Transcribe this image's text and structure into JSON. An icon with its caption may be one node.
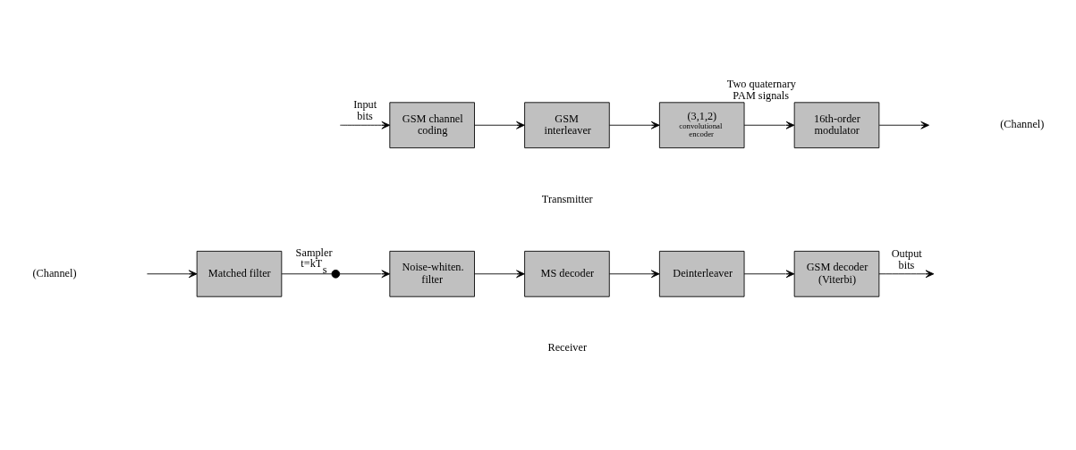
{
  "diagram": {
    "nodes": [
      {
        "text": [
          "GSM channel coding"
        ]
      },
      {
        "text": [
          "GSM interleaver"
        ]
      },
      {
        "text": [
          "(3,1,2)",
          "convolutional encoder"
        ]
      },
      {
        "text": [
          "16th-order modulator"
        ],
        "beside": [
          "Two quaternary PAM signals"
        ]
      },
      {
        "text": [
          "Matched filter"
        ]
      },
      {
        "text": [],
        "shape": "circle",
        "beside": [
          "Sampler t=kT$_{s}$"
        ]
      },
      {
        "text": [
          "Noise-whiten. filter"
        ]
      },
      {
        "text": [
          "MS decoder"
        ]
      },
      {
        "text": [
          "Deinterleaver"
        ]
      },
      {
        "text": [
          "GSM decoder (Viterbi)"
        ]
      }
    ],
    "edges": [
      {
        "from": null,
        "to": 0,
        "arrow": "to",
        "label": "Input bits"
      },
      {
        "from": 0,
        "to": 1,
        "arrow": "to"
      },
      {
        "from": 1,
        "to": 2,
        "arrow": "to"
      },
      {
        "from": 2,
        "to": 3,
        "arrow": "to"
      },
      {
        "from": 3,
        "to": null,
        "arrow": "to"
      },
      {
        "from": null,
        "to": 4,
        "arrow": "to"
      },
      {
        "from": 4,
        "to": 5,
        "arrow": "none"
      },
      {
        "from": 5,
        "to": 6,
        "arrow": "to"
      },
      {
        "from": 6,
        "to": 7,
        "arrow": "to"
      },
      {
        "from": 7,
        "to": 8,
        "arrow": "to"
      },
      {
        "from": 8,
        "to": 9,
        "arrow": "to"
      },
      {
        "from": 9,
        "to": null,
        "arrow": "to",
        "label": "Output bits"
      }
    ],
    "labels": [
      "(Channel)",
      "Transmitter",
      "(Channel)",
      "Receiver"
    ]
  }
}
